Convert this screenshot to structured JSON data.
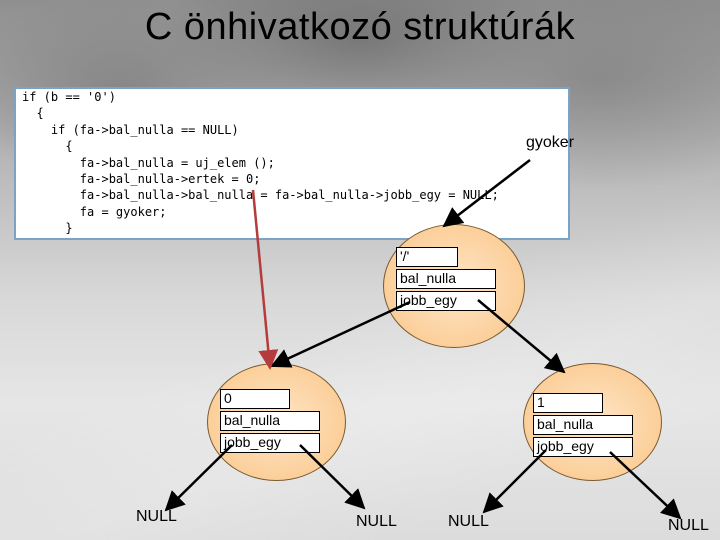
{
  "title": "C önhivatkozó struktúrák",
  "code_lines": [
    "if (b == '0')",
    "  {",
    "    if (fa->bal_nulla == NULL)",
    "      {",
    "        fa->bal_nulla = uj_elem ();",
    "        fa->bal_nulla->ertek = 0;",
    "        fa->bal_nulla->bal_nulla = fa->bal_nulla->jobb_egy = NULL;",
    "        fa = gyoker;",
    "      }"
  ],
  "pointer_label": "gyoker",
  "nodes": {
    "root": {
      "value": "'/'",
      "left_field": "bal_nulla",
      "right_field": "jobb_egy"
    },
    "left": {
      "value": "0",
      "left_field": "bal_nulla",
      "right_field": "jobb_egy"
    },
    "right": {
      "value": "1",
      "left_field": "bal_nulla",
      "right_field": "jobb_egy"
    }
  },
  "null_labels": [
    "NULL",
    "NULL",
    "NULL",
    "NULL"
  ],
  "colors": {
    "red_arrow": "#b43c3c",
    "node_fill": "#fbcf9a",
    "code_border": "#7aa3c8"
  }
}
